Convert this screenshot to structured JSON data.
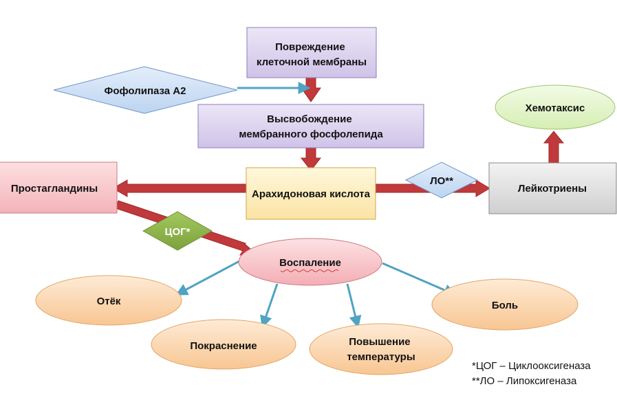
{
  "nodes": {
    "membrane_damage": [
      "Повреждение",
      "клеточной мембраны"
    ],
    "phospholipase": [
      "Фофолипаза А2"
    ],
    "phospholipid_release": [
      "Высвобождение",
      "мембранного фосфолепида"
    ],
    "arachidonic_acid": [
      "Арахидоновая кислота"
    ],
    "prostaglandins": [
      "Простагландины"
    ],
    "lo": [
      "ЛО**"
    ],
    "leukotrienes": [
      "Лейкотриены"
    ],
    "chemotaxis": [
      "Хемотаксис"
    ],
    "cog": [
      "ЦОГ*"
    ],
    "inflammation": [
      "Воспаление"
    ],
    "edema": [
      "Отёк"
    ],
    "redness": [
      "Покраснение"
    ],
    "fever": [
      "Повышение",
      "температуры"
    ],
    "pain": [
      "Боль"
    ]
  },
  "legend": {
    "line1": "*ЦОГ – Циклооксигеназа",
    "line2": "**ЛО – Липоксигеназа"
  },
  "colors": {
    "purple_fill": "#dcd3ee",
    "purple_stroke": "#8e7bb8",
    "blue_fill": "#cfe2f7",
    "blue_stroke": "#6f94c4",
    "yellow_fill": "#fdf0c2",
    "pink_fill": "#f8c8cc",
    "gray_fill": "#e2e2e2",
    "green_fill": "#e6f7cf",
    "green_diamond": "#8cb44a",
    "peach_fill": "#fbd8b4",
    "red_arrow": "#c0393b",
    "blue_arrow": "#4fa3c3"
  }
}
